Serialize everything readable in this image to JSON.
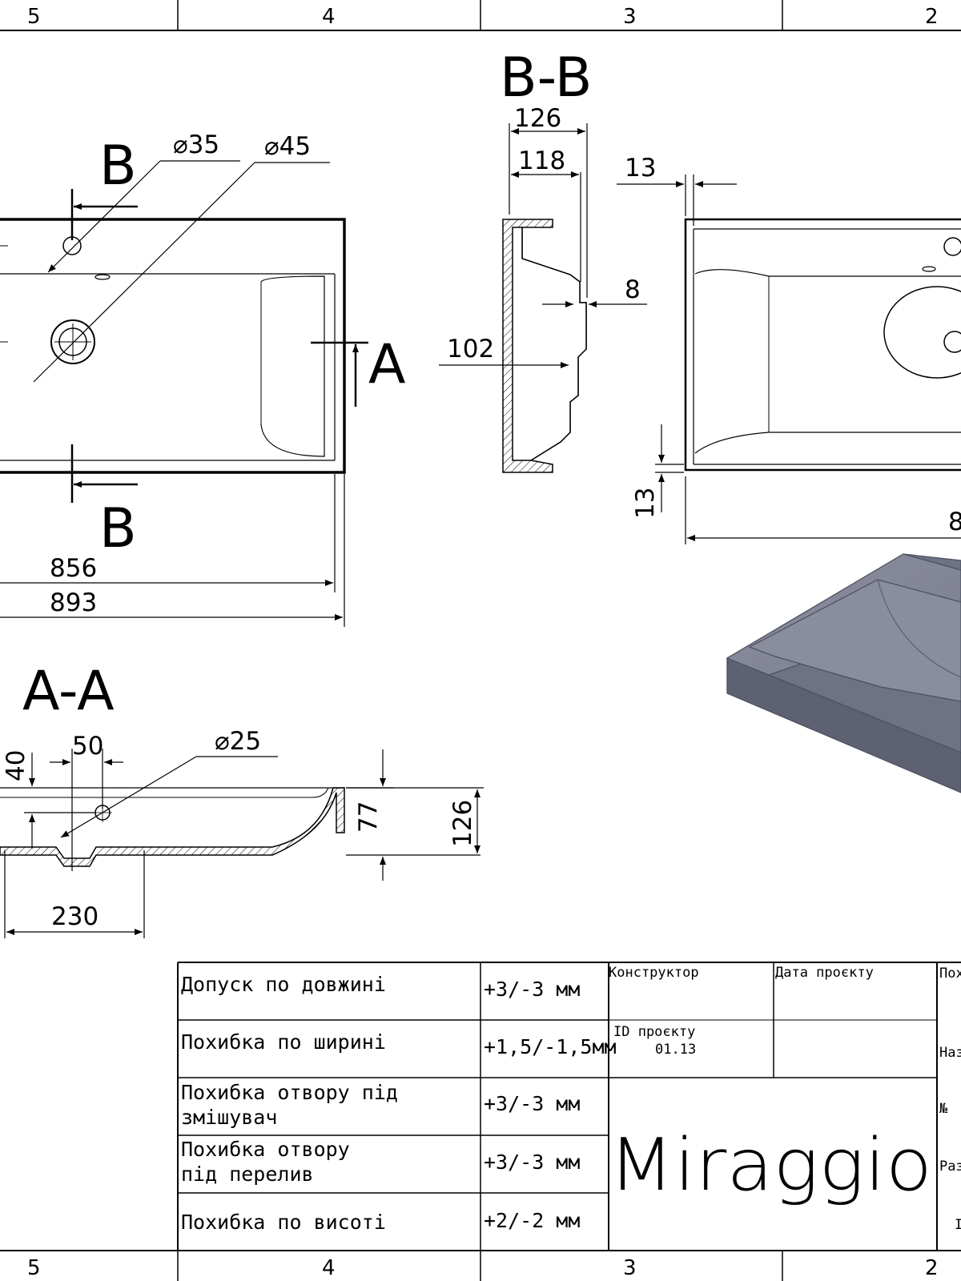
{
  "grid": {
    "top": [
      "5",
      "4",
      "3",
      "2"
    ],
    "bottom": [
      "5",
      "4",
      "3",
      "2"
    ]
  },
  "sections": {
    "bb_label": "B-B",
    "aa_label": "A-A",
    "marker_b": "B",
    "marker_a": "A"
  },
  "dimensions": {
    "plan_diam_small": "⌀35",
    "plan_diam_large": "⌀45",
    "plan_width_inner": "856",
    "plan_width_outer": "893",
    "bb_depth_total": "126",
    "bb_depth_inner": "118",
    "bb_step": "8",
    "bb_bowl": "102",
    "right_top": "13",
    "right_side": "13",
    "right_width_partial": "8",
    "aa_overflow_diam": "⌀25",
    "aa_offset_50": "50",
    "aa_offset_40": "40",
    "aa_height_77": "77",
    "aa_height_126": "126",
    "aa_drain_230": "230"
  },
  "title_block": {
    "rows": [
      {
        "label_lines": [
          "Допуск по довжині"
        ],
        "value": "+3/-3 мм"
      },
      {
        "label_lines": [
          "Похибка по ширині"
        ],
        "value": "+1,5/-1,5мм"
      },
      {
        "label_lines": [
          "Похибка отвору під",
          "змішувач"
        ],
        "value": "+3/-3 мм"
      },
      {
        "label_lines": [
          "Похибка отвору",
          "під перелив"
        ],
        "value": "+3/-3 мм"
      },
      {
        "label_lines": [
          "Похибка по висоті"
        ],
        "value": "+2/-2 мм"
      }
    ],
    "designer_label": "Конструктор",
    "date_label": "Дата проєкту",
    "project_id_label": "ID проєкту",
    "project_id_value": "01.13",
    "brand": "Miraggio",
    "cut_labels": [
      "Пох",
      "Наз",
      "№",
      "Раз",
      "І"
    ]
  }
}
